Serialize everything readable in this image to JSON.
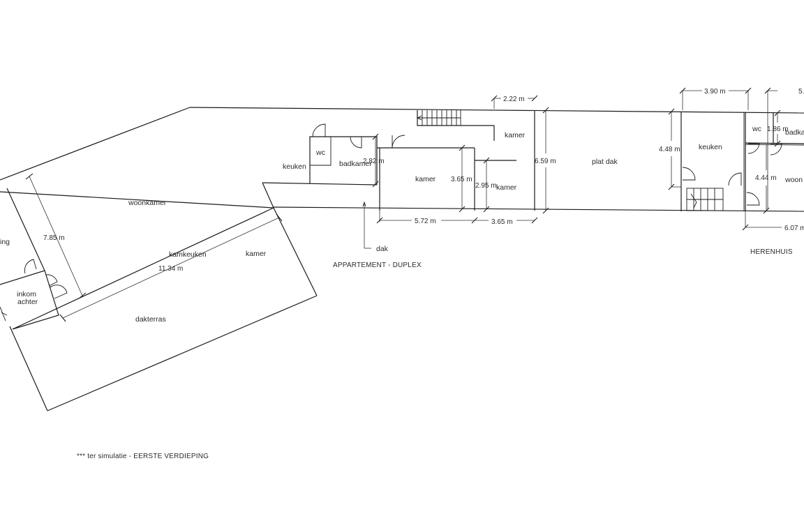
{
  "rooms": {
    "woonkamer": "woonkamer",
    "ing": "ing",
    "kamkeuken": "kamkeuken",
    "kamer_terras": "kamer",
    "inkom_line1": "inkom",
    "inkom_line2": "achter",
    "dakterras": "dakterras",
    "keuken_app": "keuken",
    "wc_app": "wc",
    "badkamer_app": "badkamer",
    "kamer_app_mid": "kamer",
    "kamer_app_right": "kamer",
    "kamer_app_top": "kamer",
    "dak": "dak",
    "plat_dak": "plat dak",
    "keuken_heren": "keuken",
    "wc_heren": "wc",
    "badkamer_heren": "badka",
    "woon_heren": "woon"
  },
  "dimensions": {
    "d_785": "7.85 m",
    "d_1134": "11.34 m",
    "d_282": "2.82 m",
    "d_365v": "3.65 m",
    "d_295": "2.95 m",
    "d_572": "5.72 m",
    "d_365h": "3.65 m",
    "d_222": "2.22 m",
    "d_659": "6.59 m",
    "d_390": "3.90 m",
    "d_448": "4.48 m",
    "d_186": "1.86 m",
    "d_444": "4.44 m",
    "d_607": "6.07 m",
    "d_5cut": "5."
  },
  "labels": {
    "appartement": "APPARTEMENT - DUPLEX",
    "herenhuis": "HERENHUIS",
    "footnote": "*** ter simulatie - EERSTE VERDIEPING"
  }
}
